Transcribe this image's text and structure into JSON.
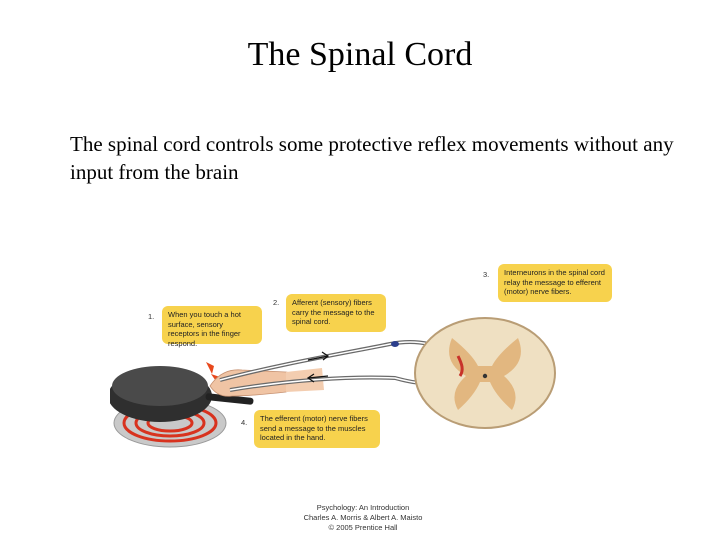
{
  "slide": {
    "title": "The Spinal Cord",
    "body": "The spinal cord controls some protective reflex movements without any input from the brain"
  },
  "diagram": {
    "callouts": [
      {
        "number": "1.",
        "text": "When you touch a hot surface, sensory receptors in the finger respond."
      },
      {
        "number": "2.",
        "text": "Afferent (sensory) fibers carry the message to the spinal cord."
      },
      {
        "number": "3.",
        "text": "Interneurons in the spinal cord relay the message to efferent (motor) nerve fibers."
      },
      {
        "number": "4.",
        "text": "The efferent (motor) nerve fibers send a message to the muscles located in the hand."
      }
    ]
  },
  "footer": {
    "line1": "Psychology: An Introduction",
    "line2": "Charles A. Morris & Albert A. Maisto",
    "line3": "© 2005 Prentice Hall"
  }
}
